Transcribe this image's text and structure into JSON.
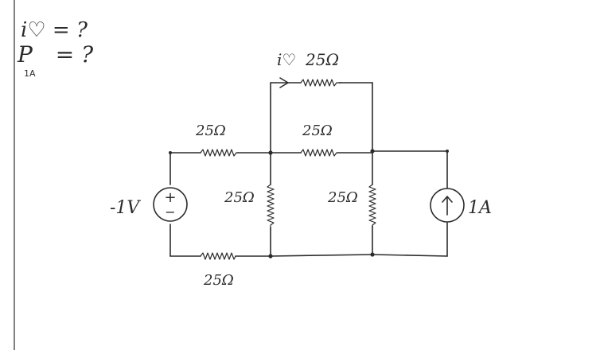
{
  "notes": {
    "line1": "i♡ = ?",
    "line2": "P",
    "line2_sub": "1A",
    "line2_rest": " = ?"
  },
  "components": {
    "r_top": "25Ω",
    "r_top_current": "i♡",
    "r_left_top": "25Ω",
    "r_mid_top": "25Ω",
    "r_vert_left": "25Ω",
    "r_vert_right": "25Ω",
    "r_bottom": "25Ω",
    "voltage_source": "-1V",
    "voltage_plus": "+",
    "voltage_minus": "−",
    "current_source": "1A"
  },
  "colors": {
    "ink": "#2b2b2b",
    "paper": "#ffffff"
  }
}
